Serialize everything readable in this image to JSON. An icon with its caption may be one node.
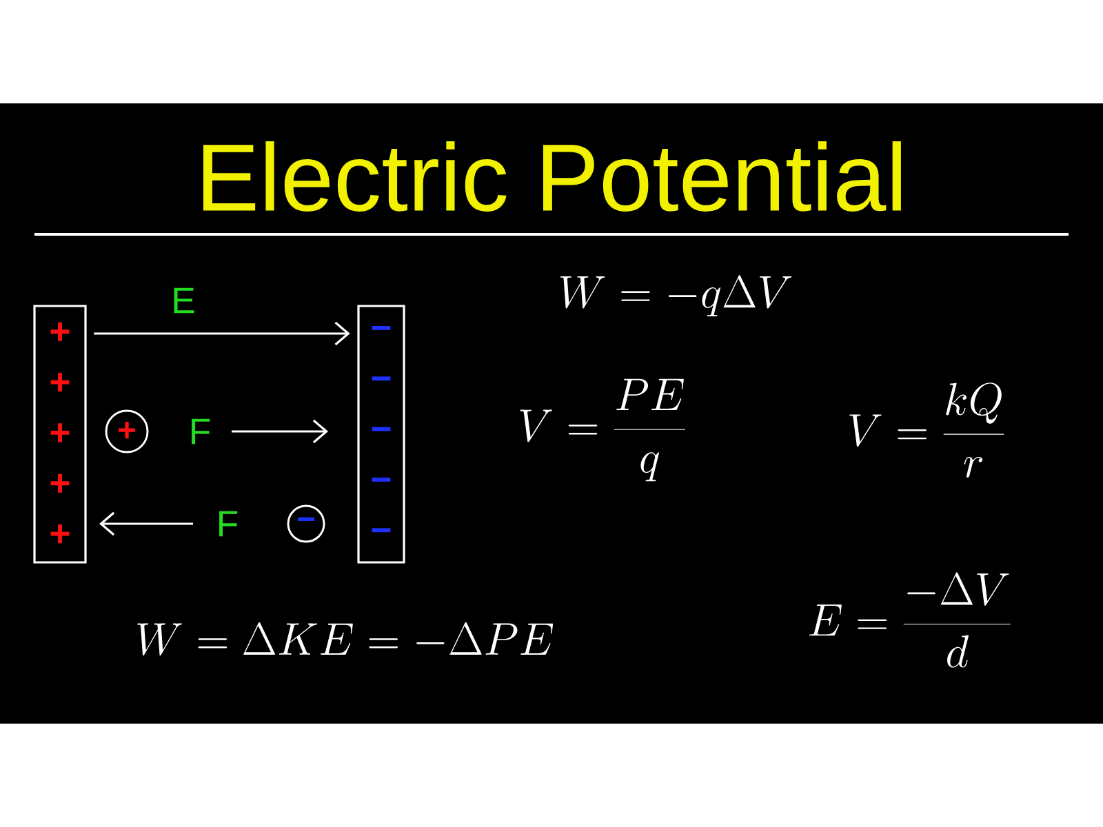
{
  "diagram": {
    "title": "Electric Potential",
    "nodes": [
      {
        "text": [
          "+",
          "+",
          "+",
          "+",
          "+"
        ]
      },
      {
        "text": [
          "−",
          "−",
          "−",
          "−",
          "−"
        ]
      },
      {
        "text": [
          "+"
        ]
      },
      {
        "text": [
          "−"
        ]
      }
    ],
    "edges": [
      {
        "from": 0,
        "to": 1,
        "arrow": "to",
        "label": "E"
      }
    ],
    "labels": [
      "W = -q\\Delta V",
      "F",
      "V = \\frac{PE}{q}",
      "V = \\frac{kQ}{r}",
      "F",
      "E = \\frac{-\\Delta V}{d}",
      "W = \\Delta KE = -\\Delta PE"
    ]
  }
}
